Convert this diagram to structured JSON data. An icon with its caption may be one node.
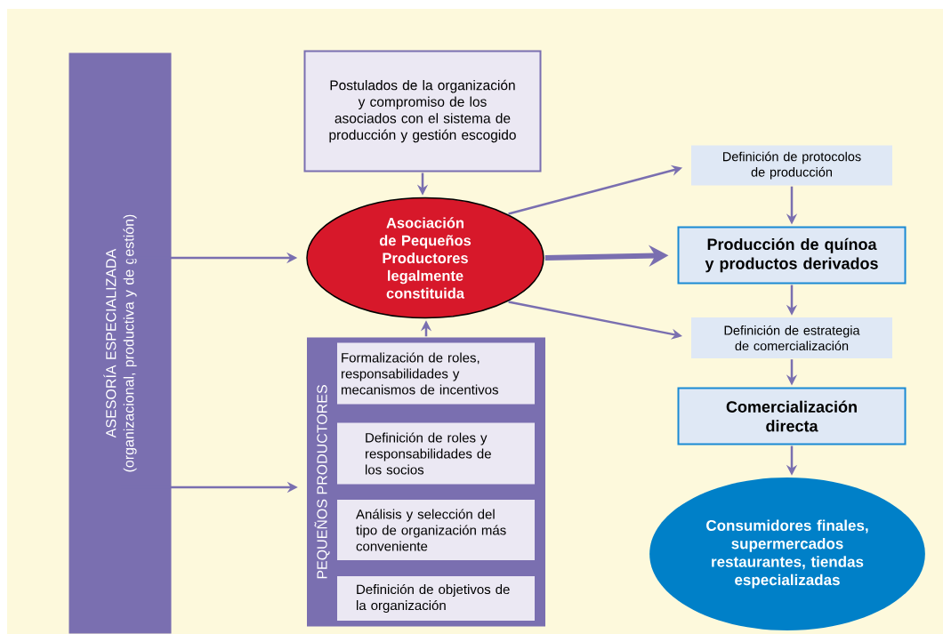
{
  "diagram": {
    "nodes": [
      {
        "text": [
          "ASESORÍA ESPECIALIZADA",
          "(organizacional, productiva y de gestión)"
        ]
      },
      {
        "text": [
          "Postulados de la organización y compromiso de los asociados con el sistema de producción y gestión escogido"
        ]
      },
      {
        "text": [
          "Asociación de Pequeños Productores legalmente constituida"
        ]
      },
      {
        "text": [
          "PEQUEÑOS PRODUCTORES"
        ]
      },
      {
        "text": [
          "Formalización de roles, responsabilidades y mecanismos de incentivos"
        ],
        "in": 3
      },
      {
        "text": [
          "Definición de roles y responsabilidades de los socios"
        ],
        "in": 3
      },
      {
        "text": [
          "Análisis y selección del tipo de organización más conveniente"
        ],
        "in": 3
      },
      {
        "text": [
          "Definición de objetivos de la organización"
        ],
        "in": 3
      },
      {
        "text": [
          "Definición de protocolos de producción"
        ]
      },
      {
        "text": [
          "Producción de quínoa y productos derivados"
        ]
      },
      {
        "text": [
          "Definición de estrategia de comercialización"
        ]
      },
      {
        "text": [
          "Comercialización directa"
        ]
      },
      {
        "text": [
          "Consumidores finales, supermercados restaurantes, tiendas especializadas"
        ]
      }
    ],
    "edges": [
      {
        "from": 0,
        "to": 2,
        "arrow": "to"
      },
      {
        "from": 0,
        "to": 3,
        "arrow": "to"
      },
      {
        "from": 1,
        "to": 2,
        "arrow": "to"
      },
      {
        "from": 3,
        "to": 2,
        "arrow": "to"
      },
      {
        "from": 2,
        "to": 8,
        "arrow": "to"
      },
      {
        "from": 2,
        "to": 9,
        "arrow": "to",
        "style": "thick"
      },
      {
        "from": 2,
        "to": 10,
        "arrow": "to"
      },
      {
        "from": 8,
        "to": 9,
        "arrow": "to"
      },
      {
        "from": 9,
        "to": 10,
        "arrow": "to"
      },
      {
        "from": 10,
        "to": 11,
        "arrow": "to"
      },
      {
        "from": 11,
        "to": 12,
        "arrow": "to"
      }
    ]
  }
}
